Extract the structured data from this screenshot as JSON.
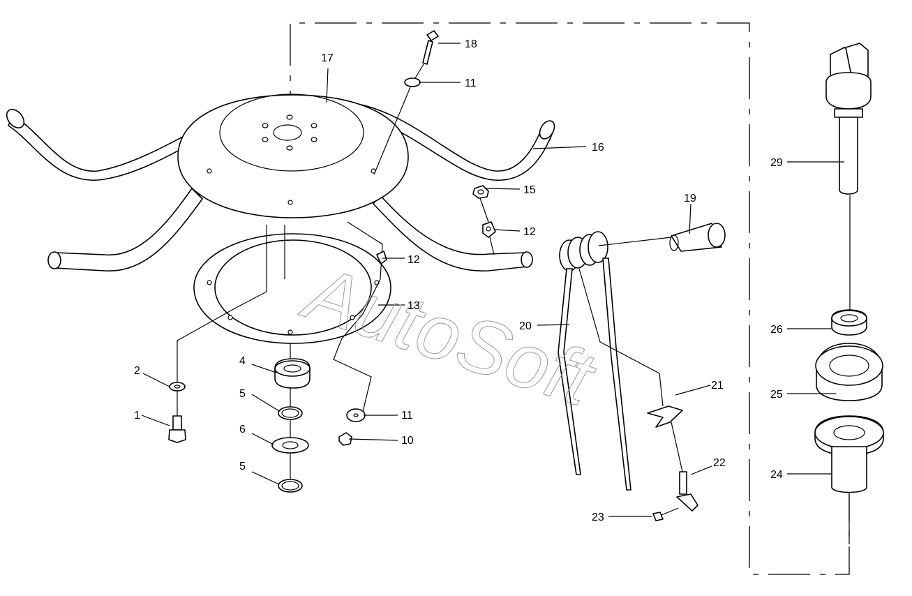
{
  "diagram": {
    "watermark": "AutoSoft",
    "callouts": [
      {
        "id": "c1",
        "label": "1"
      },
      {
        "id": "c2",
        "label": "2"
      },
      {
        "id": "c4",
        "label": "4"
      },
      {
        "id": "c5a",
        "label": "5"
      },
      {
        "id": "c6",
        "label": "6"
      },
      {
        "id": "c5b",
        "label": "5"
      },
      {
        "id": "c10",
        "label": "10"
      },
      {
        "id": "c11a",
        "label": "11"
      },
      {
        "id": "c11b",
        "label": "11"
      },
      {
        "id": "c12a",
        "label": "12"
      },
      {
        "id": "c12b",
        "label": "12"
      },
      {
        "id": "c13",
        "label": "13"
      },
      {
        "id": "c15",
        "label": "15"
      },
      {
        "id": "c16",
        "label": "16"
      },
      {
        "id": "c17",
        "label": "17"
      },
      {
        "id": "c18",
        "label": "18"
      },
      {
        "id": "c19",
        "label": "19"
      },
      {
        "id": "c20",
        "label": "20"
      },
      {
        "id": "c21",
        "label": "21"
      },
      {
        "id": "c22",
        "label": "22"
      },
      {
        "id": "c23",
        "label": "23"
      },
      {
        "id": "c24",
        "label": "24"
      },
      {
        "id": "c25",
        "label": "25"
      },
      {
        "id": "c26",
        "label": "26"
      },
      {
        "id": "c29",
        "label": "29"
      }
    ]
  }
}
